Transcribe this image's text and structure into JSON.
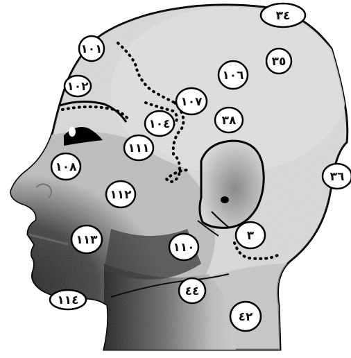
{
  "diagram": {
    "points": [
      {
        "id": "p34",
        "label": "٣٤"
      },
      {
        "id": "p101",
        "label": "١٠١"
      },
      {
        "id": "p35",
        "label": "٣٥"
      },
      {
        "id": "p106",
        "label": "١٠٦"
      },
      {
        "id": "p102",
        "label": "١٠٢"
      },
      {
        "id": "p107",
        "label": "١٠٧"
      },
      {
        "id": "p104",
        "label": "١٠٤"
      },
      {
        "id": "p38",
        "label": "٣٨"
      },
      {
        "id": "p111",
        "label": "١١١"
      },
      {
        "id": "p108",
        "label": "١٠٨"
      },
      {
        "id": "p36",
        "label": "٣٦"
      },
      {
        "id": "p112",
        "label": "١١٢"
      },
      {
        "id": "p3",
        "label": "٣"
      },
      {
        "id": "p113",
        "label": "١١٣"
      },
      {
        "id": "p110",
        "label": "١١٠"
      },
      {
        "id": "p44",
        "label": "٤٤"
      },
      {
        "id": "p114",
        "label": "١١٤"
      },
      {
        "id": "p42",
        "label": "٤٢"
      }
    ]
  }
}
